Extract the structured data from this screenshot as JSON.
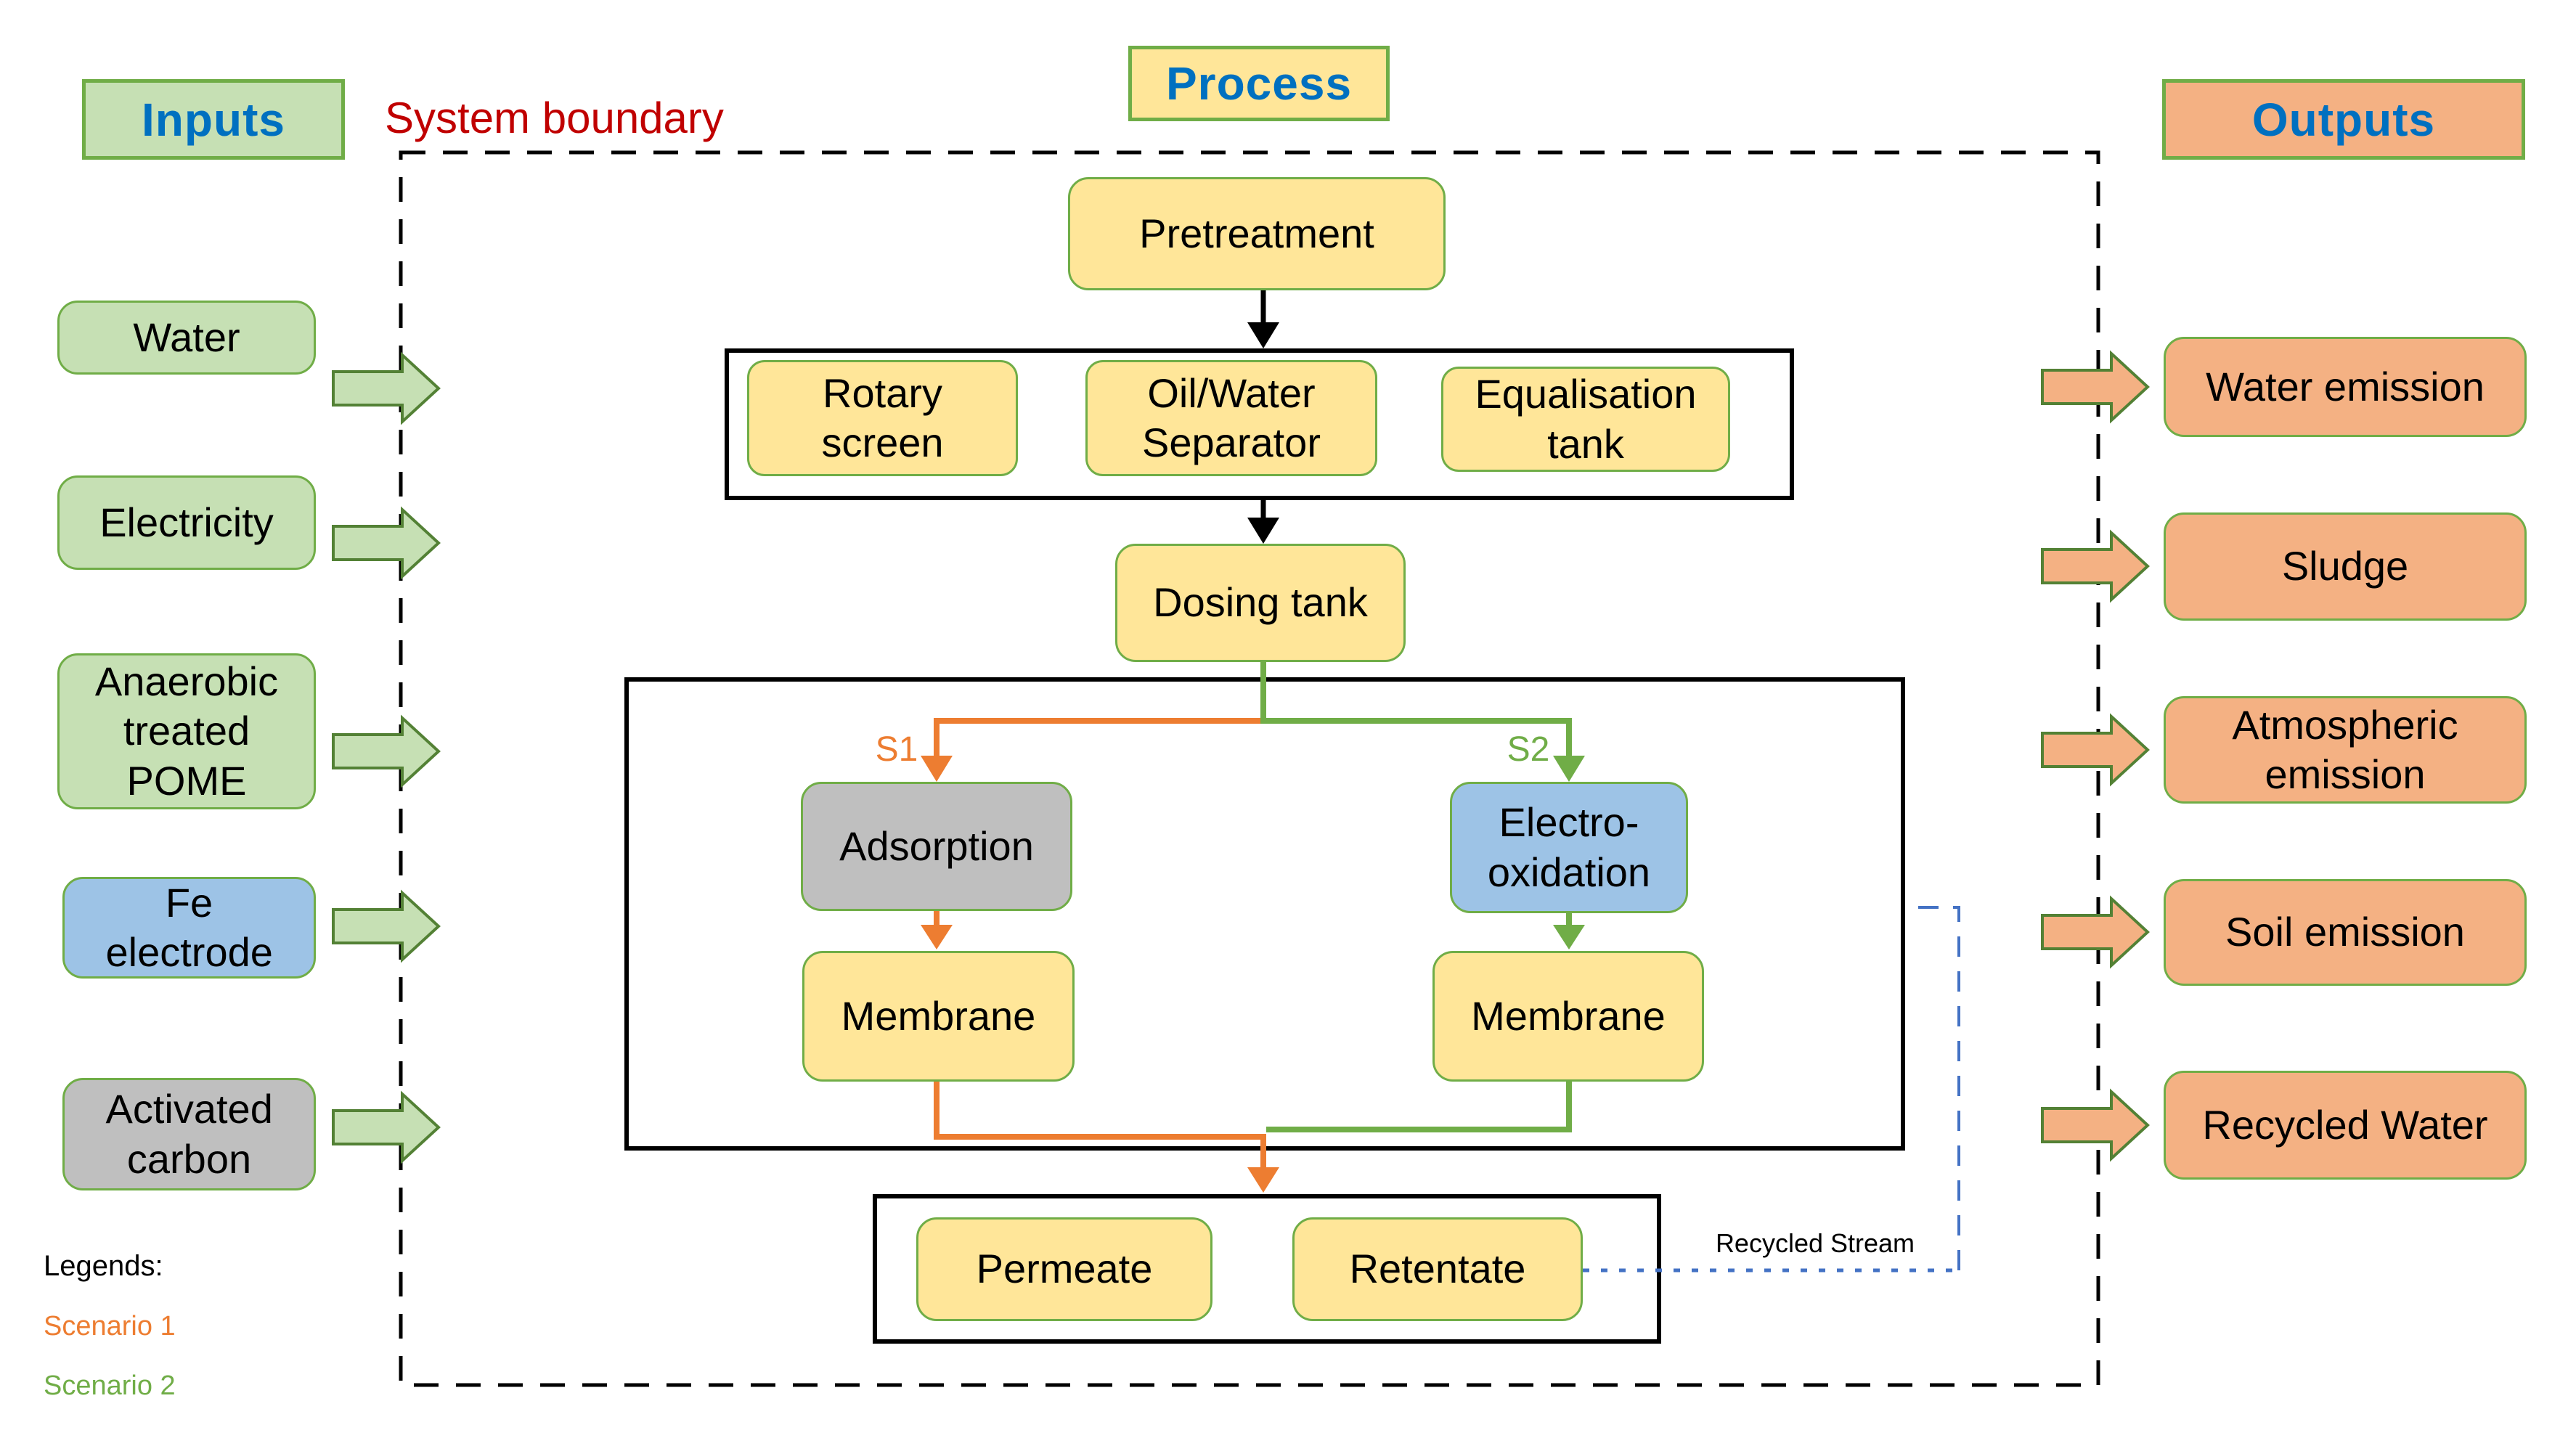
{
  "colors": {
    "node_yellow": "#FFE699",
    "input_green": "#C6E0B4",
    "accent_blue_fill": "#9DC3E6",
    "gray_fill": "#BFBFBF",
    "output_orange": "#F4B183",
    "box_border_green": "#70AD47",
    "arrow_border_green": "#538135",
    "scenario1_orange": "#ED7D31",
    "scenario2_green": "#70AD47",
    "recycle_dash_blue": "#4472C4",
    "header_text_blue": "#0070C0",
    "boundary_red": "#C00000",
    "connector_black": "#000000"
  },
  "headers": {
    "inputs": "Inputs",
    "process": "Process",
    "outputs": "Outputs",
    "system_boundary": "System boundary"
  },
  "inputs": {
    "items": [
      {
        "label": "Water",
        "fill": "#C6E0B4"
      },
      {
        "label": "Electricity",
        "fill": "#C6E0B4"
      },
      {
        "label": "Anaerobic treated POME",
        "fill": "#C6E0B4"
      },
      {
        "label": "Fe electrode",
        "fill": "#9DC3E6"
      },
      {
        "label": "Activated carbon",
        "fill": "#BFBFBF"
      }
    ]
  },
  "outputs": {
    "items": [
      {
        "label": "Water emission"
      },
      {
        "label": "Sludge"
      },
      {
        "label": "Atmospheric emission"
      },
      {
        "label": "Soil emission"
      },
      {
        "label": "Recycled Water"
      }
    ]
  },
  "process": {
    "pretreatment": "Pretreatment",
    "pretreatment_units": [
      {
        "label": "Rotary screen"
      },
      {
        "label": "Oil/Water Separator"
      },
      {
        "label": "Equalisation tank"
      }
    ],
    "dosing_tank": "Dosing tank",
    "scenario1": {
      "label": "S1",
      "step1": "Adsorption",
      "step2": "Membrane"
    },
    "scenario2": {
      "label": "S2",
      "step1": "Electro-oxidation",
      "step2": "Membrane"
    },
    "results": [
      {
        "label": "Permeate"
      },
      {
        "label": "Retentate"
      }
    ],
    "recycled_stream": "Recycled Stream"
  },
  "legend": {
    "title": "Legends:",
    "items": [
      {
        "label": "Scenario 1",
        "color": "#ED7D31"
      },
      {
        "label": "Scenario 2",
        "color": "#70AD47"
      }
    ]
  }
}
